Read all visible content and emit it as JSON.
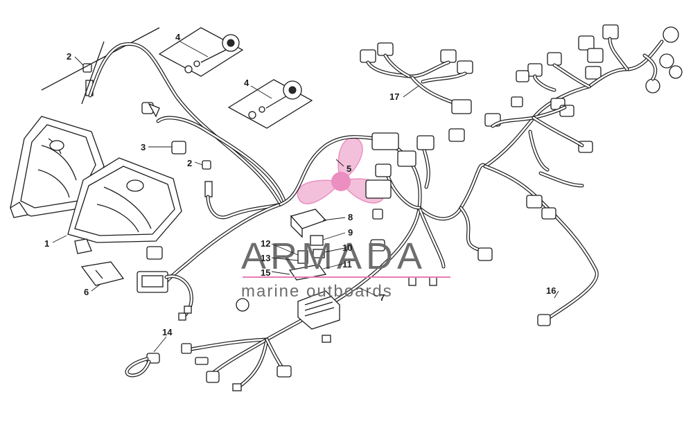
{
  "callouts": [
    {
      "id": "1",
      "label": "1"
    },
    {
      "id": "2a",
      "label": "2"
    },
    {
      "id": "2b",
      "label": "2"
    },
    {
      "id": "3",
      "label": "3"
    },
    {
      "id": "4a",
      "label": "4"
    },
    {
      "id": "4b",
      "label": "4"
    },
    {
      "id": "5",
      "label": "5"
    },
    {
      "id": "6",
      "label": "6"
    },
    {
      "id": "7",
      "label": "7"
    },
    {
      "id": "8",
      "label": "8"
    },
    {
      "id": "9",
      "label": "9"
    },
    {
      "id": "10",
      "label": "10"
    },
    {
      "id": "11",
      "label": "11"
    },
    {
      "id": "12",
      "label": "12"
    },
    {
      "id": "13",
      "label": "13"
    },
    {
      "id": "14",
      "label": "14"
    },
    {
      "id": "15",
      "label": "15"
    },
    {
      "id": "16",
      "label": "16"
    },
    {
      "id": "17",
      "label": "17"
    }
  ],
  "watermark": {
    "brand": "ARMADA",
    "tagline": "marine outboards",
    "logo_color": "#e87bb6",
    "text_color": "#6d6d6d"
  }
}
